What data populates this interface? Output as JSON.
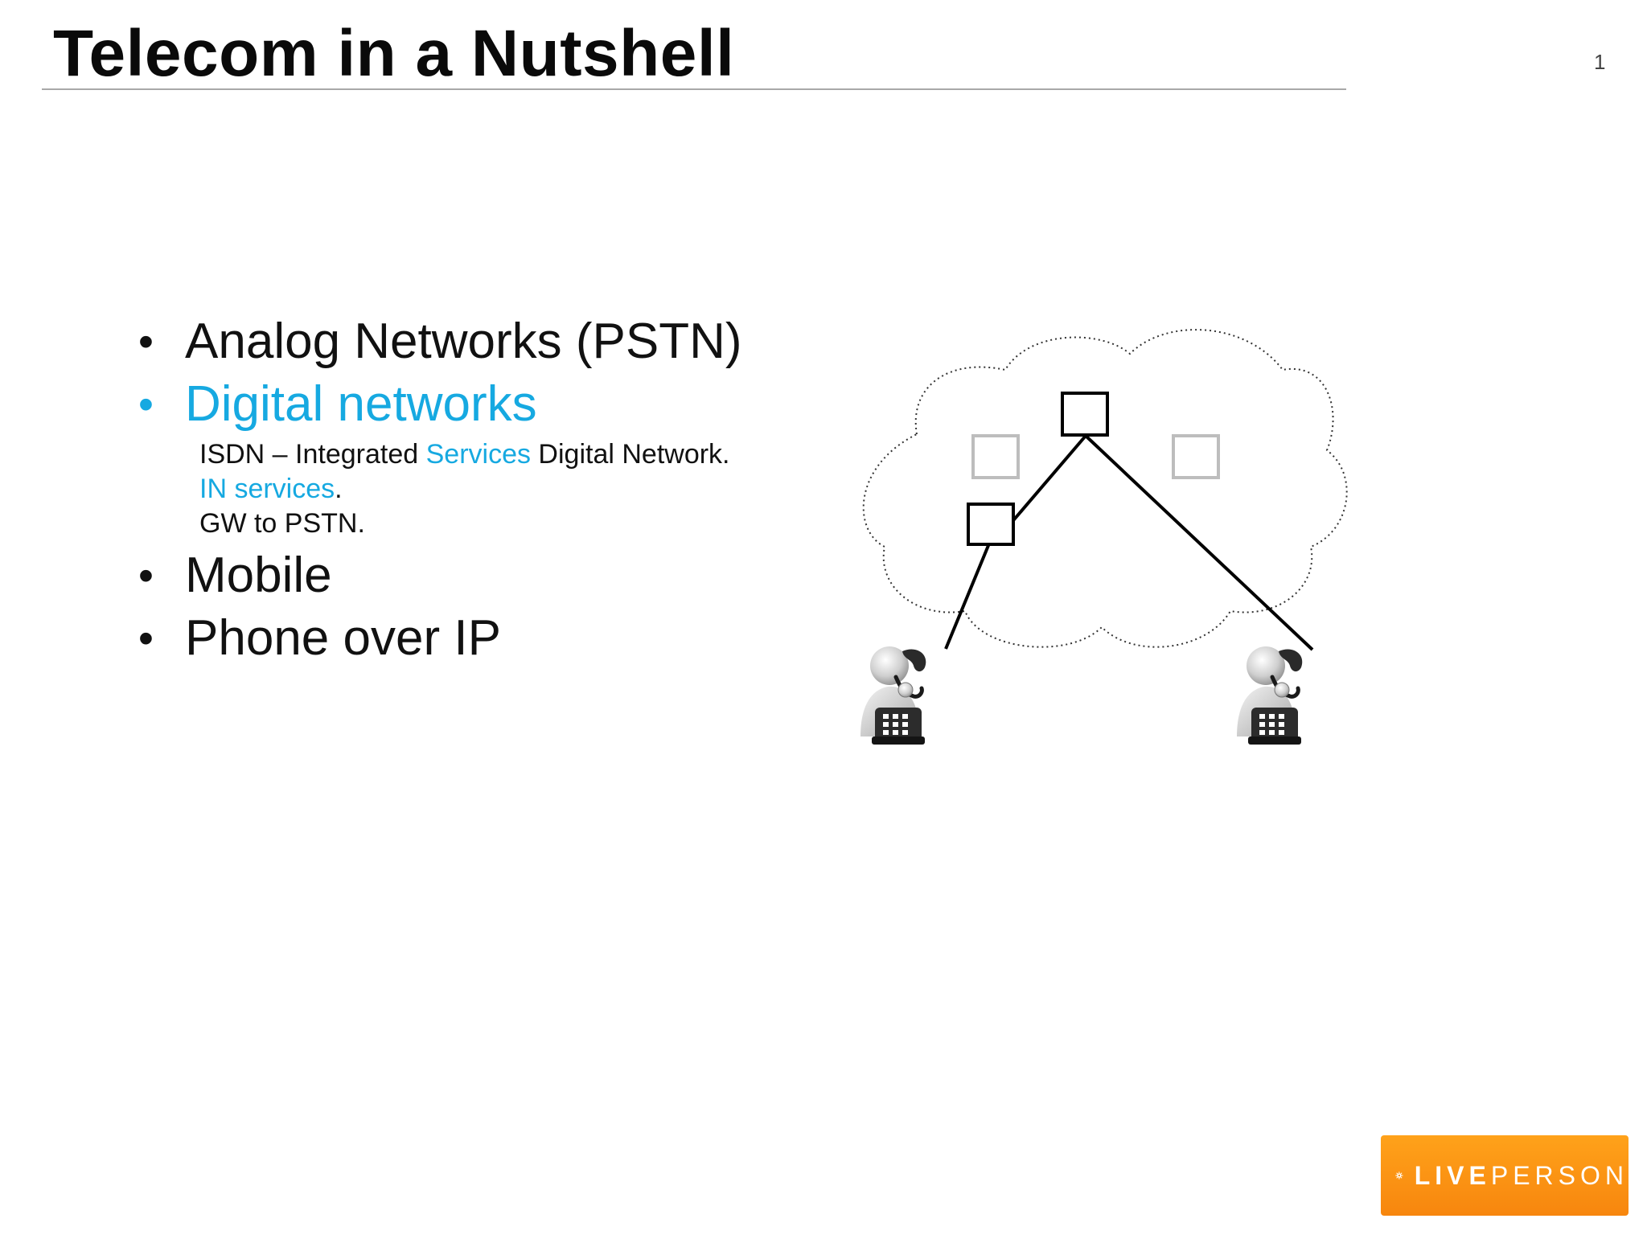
{
  "slide": {
    "title": "Telecom in a Nutshell",
    "page_number": "1"
  },
  "bullets": [
    {
      "text": "Analog Networks (PSTN)",
      "highlighted": false
    },
    {
      "text": "Digital networks",
      "highlighted": true
    },
    {
      "text": "Mobile",
      "highlighted": false
    },
    {
      "text": "Phone over IP",
      "highlighted": false
    }
  ],
  "subitems": {
    "isdn_prefix": "ISDN – Integrated ",
    "isdn_highlight": "Services",
    "isdn_suffix": " Digital Network.",
    "in_highlight": "IN services",
    "in_suffix": ".",
    "gw": "GW to PSTN."
  },
  "bullet_glyph": "•",
  "logo": {
    "brand_bold": "LIVE",
    "brand_light": "PERSON"
  },
  "colors": {
    "accent": "#16a9e1",
    "logo_orange": "#f7910f",
    "title_rule": "#a8a8a8"
  },
  "icons": {
    "caller_left": "person-on-phone-icon",
    "caller_right": "person-on-phone-icon",
    "network": "cloud-network-diagram",
    "logo_mark": "sun-icon"
  }
}
